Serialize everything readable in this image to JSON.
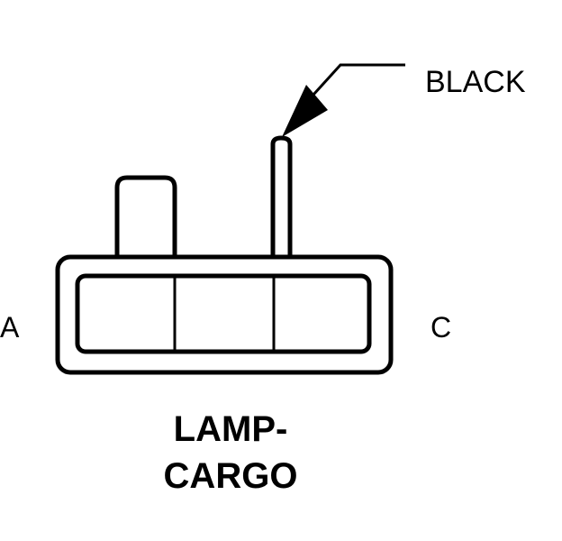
{
  "wire_color_label": "BLACK",
  "pin_labels": {
    "left": "A",
    "right": "C"
  },
  "connector_name": {
    "line1": "LAMP-",
    "line2": "CARGO"
  },
  "colors": {
    "ink": "#000000",
    "background": "#ffffff"
  }
}
